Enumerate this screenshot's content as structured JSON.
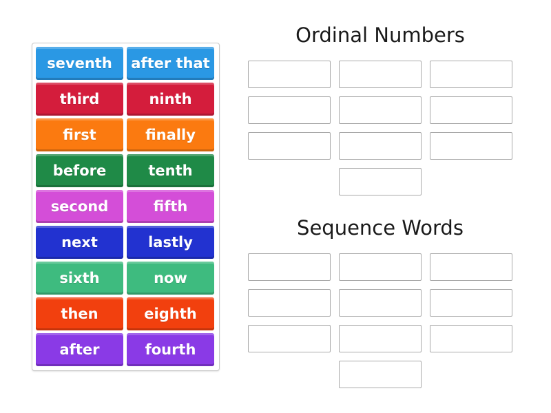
{
  "tray": {
    "tiles": [
      {
        "label": "seventh",
        "color": "#2a98e4"
      },
      {
        "label": "after that",
        "color": "#2a98e4"
      },
      {
        "label": "third",
        "color": "#d41d3c"
      },
      {
        "label": "ninth",
        "color": "#d41d3c"
      },
      {
        "label": "first",
        "color": "#fb7a10"
      },
      {
        "label": "finally",
        "color": "#fb7a10"
      },
      {
        "label": "before",
        "color": "#1f8a47"
      },
      {
        "label": "tenth",
        "color": "#1f8a47"
      },
      {
        "label": "second",
        "color": "#d44ed8"
      },
      {
        "label": "fifth",
        "color": "#d44ed8"
      },
      {
        "label": "next",
        "color": "#2232d0"
      },
      {
        "label": "lastly",
        "color": "#2232d0"
      },
      {
        "label": "sixth",
        "color": "#3ebb7f"
      },
      {
        "label": "now",
        "color": "#3ebb7f"
      },
      {
        "label": "then",
        "color": "#f2400e"
      },
      {
        "label": "eighth",
        "color": "#f2400e"
      },
      {
        "label": "after",
        "color": "#8a3ae6"
      },
      {
        "label": "fourth",
        "color": "#8a3ae6"
      }
    ]
  },
  "groups": [
    {
      "title": "Ordinal Numbers",
      "slot_count": 10
    },
    {
      "title": "Sequence Words",
      "slot_count": 10
    }
  ]
}
